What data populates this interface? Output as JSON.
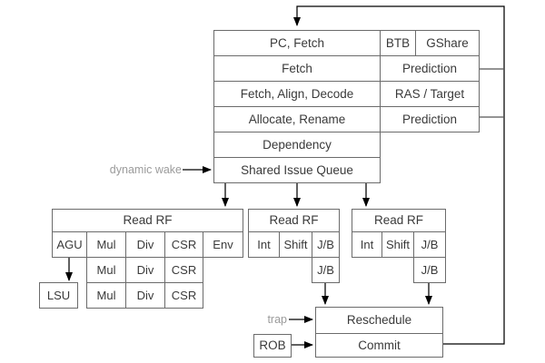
{
  "pipeline": {
    "stages": [
      "PC, Fetch",
      "Fetch",
      "Fetch, Align, Decode",
      "Allocate, Rename",
      "Dependency",
      "Shared Issue Queue"
    ],
    "predictors": {
      "btb": "BTB",
      "gshare": "GShare",
      "prediction_fetch": "Prediction",
      "ras_target": "RAS / Target",
      "prediction_rename": "Prediction"
    }
  },
  "annotations": {
    "dynamic_wake": "dynamic wake",
    "trap": "trap"
  },
  "exec": {
    "block1": {
      "header": "Read RF",
      "row1": [
        "AGU",
        "Mul",
        "Div",
        "CSR",
        "Env"
      ],
      "row2": [
        "Mul",
        "Div",
        "CSR"
      ],
      "row3": [
        "Mul",
        "Div",
        "CSR"
      ],
      "lsu": "LSU"
    },
    "block2": {
      "header": "Read RF",
      "row1": [
        "Int",
        "Shift",
        "J/B"
      ],
      "row2": [
        "J/B"
      ]
    },
    "block3": {
      "header": "Read RF",
      "row1": [
        "Int",
        "Shift",
        "J/B"
      ],
      "row2": [
        "J/B"
      ]
    }
  },
  "retire": {
    "reschedule": "Reschedule",
    "commit": "Commit",
    "rob": "ROB"
  },
  "colors": {
    "background": "#ffffff",
    "box_border": "#6b6b6b",
    "box_text": "#3a3a3a",
    "arrow": "#000000",
    "muted_label": "#9b9b9b"
  }
}
